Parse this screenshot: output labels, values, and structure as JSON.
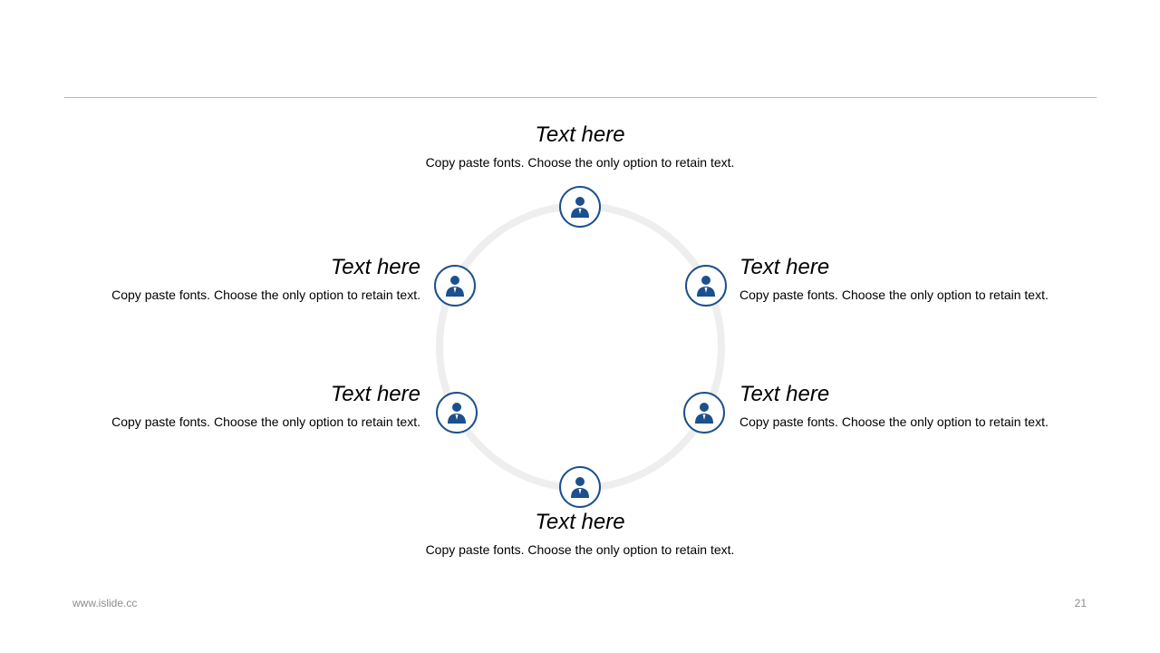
{
  "items": [
    {
      "title": "Text here",
      "desc": "Copy paste fonts. Choose the only option to retain text."
    },
    {
      "title": "Text here",
      "desc": "Copy paste fonts. Choose the only option to retain text."
    },
    {
      "title": "Text here",
      "desc": "Copy paste fonts. Choose the only option to retain text."
    },
    {
      "title": "Text here",
      "desc": "Copy paste fonts. Choose the only option to retain text."
    },
    {
      "title": "Text here",
      "desc": "Copy paste fonts. Choose the only option to retain text."
    },
    {
      "title": "Text here",
      "desc": "Copy paste fonts. Choose the only option to retain text."
    }
  ],
  "node_icon": "person-icon",
  "colors": {
    "accent": "#1c4f8e",
    "ring": "#eeeeee",
    "rule": "#b7b7b7"
  },
  "footer": {
    "website": "www.islide.cc",
    "page_number": "21"
  }
}
